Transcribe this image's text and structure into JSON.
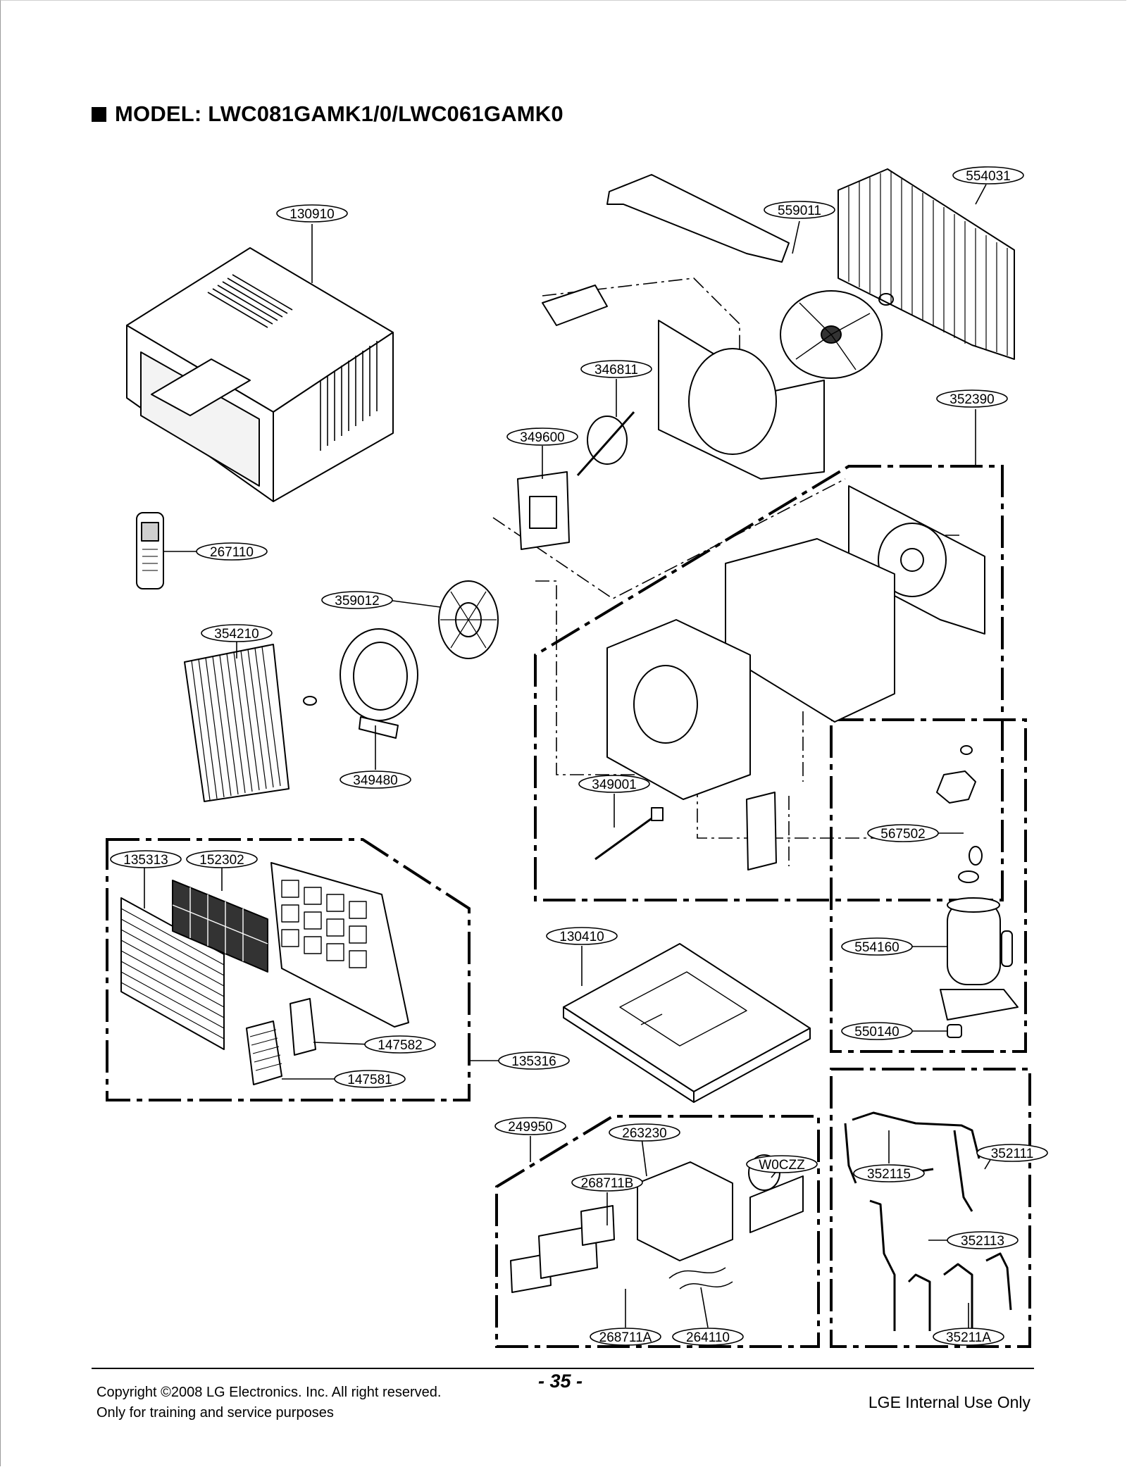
{
  "title": "MODEL: LWC081GAMK1/0/LWC061GAMK0",
  "part_labels": [
    "130910",
    "554031",
    "559011",
    "346811",
    "352390",
    "349600",
    "267110",
    "359012",
    "354210",
    "349480",
    "349001",
    "567502",
    "135313",
    "152302",
    "130410",
    "554160",
    "147582",
    "550140",
    "135316",
    "147581",
    "249950",
    "263230",
    "W0CZZ",
    "352111",
    "268711B",
    "352115",
    "352113",
    "268711A",
    "264110",
    "35211A"
  ],
  "footer": {
    "copyright": "Copyright ©2008 LG Electronics. Inc. All right reserved.",
    "note": "Only for training and service purposes",
    "page": "- 35 -",
    "internal": "LGE Internal Use Only"
  },
  "colors": {
    "ink": "#000000",
    "fill": "#ffffff",
    "shade": "#d9d9d9"
  }
}
